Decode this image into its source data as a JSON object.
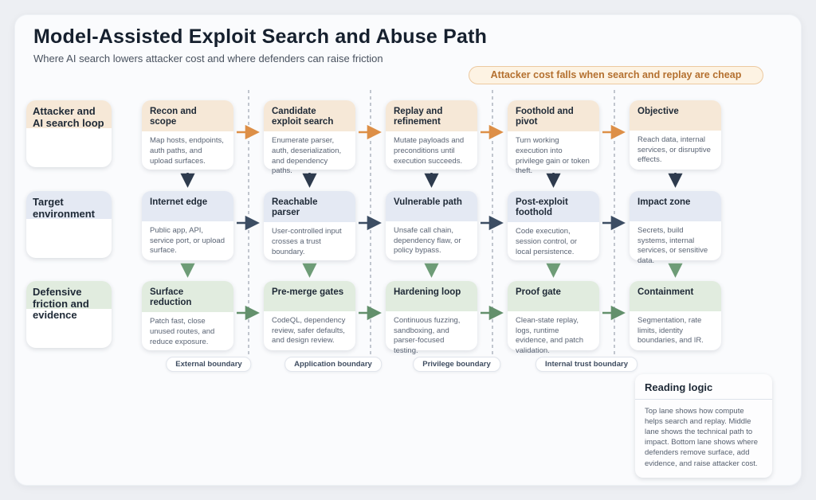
{
  "header": {
    "title": "Model-Assisted Exploit Search and Abuse Path",
    "subtitle": "Where AI search lowers attacker cost and where defenders can raise friction",
    "banner": "Attacker cost falls when search and replay are cheap"
  },
  "lanes": [
    {
      "label": "Attacker and AI search loop",
      "header_color": "#f6e8d7",
      "arrow_color": "#dd8f47",
      "nodes": [
        {
          "title": "Recon and scope",
          "body": "Map hosts, endpoints, auth paths, and upload surfaces."
        },
        {
          "title": "Candidate exploit search",
          "body": "Enumerate parser, auth, deserialization, and dependency paths."
        },
        {
          "title": "Replay and refinement",
          "body": "Mutate payloads and preconditions until execution succeeds."
        },
        {
          "title": "Foothold and pivot",
          "body": "Turn working execution into privilege gain or token theft."
        },
        {
          "title": "Objective",
          "body": "Reach data, internal services, or disruptive effects."
        }
      ]
    },
    {
      "label": "Target environment",
      "header_color": "#e4e9f3",
      "arrow_color": "#3c4d63",
      "nodes": [
        {
          "title": "Internet edge",
          "body": "Public app, API, service port, or upload surface."
        },
        {
          "title": "Reachable parser",
          "body": "User-controlled input crosses a trust boundary."
        },
        {
          "title": "Vulnerable path",
          "body": "Unsafe call chain, dependency flaw, or policy bypass."
        },
        {
          "title": "Post-exploit foothold",
          "body": "Code execution, session control, or local persistence."
        },
        {
          "title": "Impact zone",
          "body": "Secrets, build systems, internal services, or sensitive data."
        }
      ]
    },
    {
      "label": "Defensive friction and evidence",
      "header_color": "#e1ecdf",
      "arrow_color": "#63906c",
      "nodes": [
        {
          "title": "Surface reduction",
          "body": "Patch fast, close unused routes, and reduce exposure."
        },
        {
          "title": "Pre-merge gates",
          "body": "CodeQL, dependency review, safer defaults, and design review."
        },
        {
          "title": "Hardening loop",
          "body": "Continuous fuzzing, sandboxing, and parser-focused testing."
        },
        {
          "title": "Proof gate",
          "body": "Clean-state replay, logs, runtime evidence, and patch validation."
        },
        {
          "title": "Containment",
          "body": "Segmentation, rate limits, identity boundaries, and IR."
        }
      ]
    }
  ],
  "boundaries": [
    "External boundary",
    "Application boundary",
    "Privilege boundary",
    "Internal trust boundary"
  ],
  "legend": {
    "title": "Reading logic",
    "body": "Top lane shows how compute helps search and replay. Middle lane shows the technical path to impact. Bottom lane shows where defenders remove surface, add evidence, and raise attacker cost."
  },
  "colors": {
    "top_arrow": "#dd8f47",
    "middle_arrow": "#3c4d63",
    "bottom_arrow": "#63906c",
    "down_arrow_top_to_middle": "#2e3b4e",
    "down_arrow_middle_to_bottom": "#6e9c77",
    "boundary_dash_line": "#a9b0bb",
    "banner_text": "#b4702f",
    "banner_bg": "#fdf3e3"
  }
}
